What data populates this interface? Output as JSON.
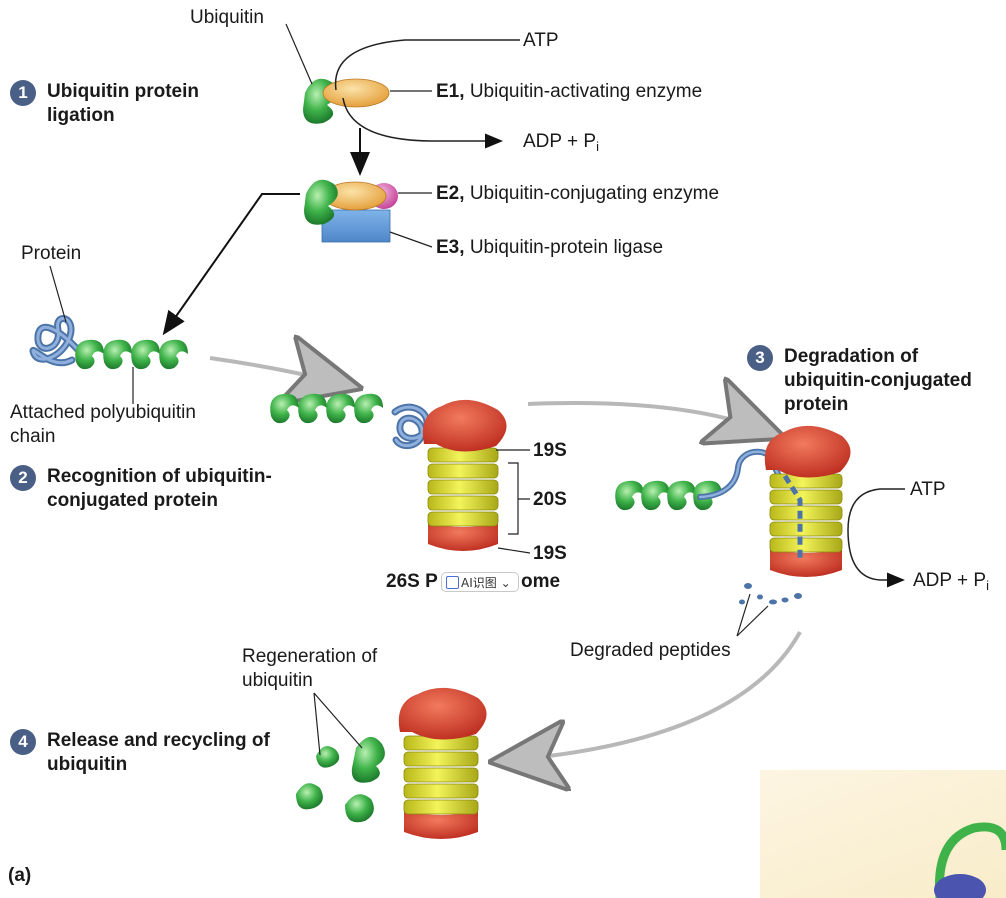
{
  "figure_label": "(a)",
  "steps": [
    {
      "num": "1",
      "text": "Ubiquitin protein ligation"
    },
    {
      "num": "2",
      "text": "Recognition of ubiquitin-conjugated protein"
    },
    {
      "num": "3",
      "text": "Degradation of ubiquitin-conjugated protein"
    },
    {
      "num": "4",
      "text": "Release and recycling of ubiquitin"
    }
  ],
  "labels": {
    "ubiquitin": "Ubiquitin",
    "atp_top": "ATP",
    "e1_key": "E1,",
    "e1_desc": "Ubiquitin-activating enzyme",
    "adp_top": "ADP + P",
    "adp_top_sub": "i",
    "e2_key": "E2,",
    "e2_desc": "Ubiquitin-conjugating enzyme",
    "e3_key": "E3,",
    "e3_desc": "Ubiquitin-protein ligase",
    "protein": "Protein",
    "polyubiquitin_line1": "Attached polyubiquitin",
    "polyubiquitin_line2": "chain",
    "s19_top": "19S",
    "s20": "20S",
    "s19_bottom": "19S",
    "proteasome_left": "26S P",
    "proteasome_right": "ome",
    "atp_right": "ATP",
    "adp_right": "ADP + P",
    "adp_right_sub": "i",
    "degraded_peptides": "Degraded peptides",
    "regeneration_line1": "Regeneration of",
    "regeneration_line2": "ubiquitin"
  },
  "overlay": {
    "ai_button": "AI识图"
  },
  "colors": {
    "ubiquitin_green": "#3fb34a",
    "e1_orange": "#e9a94a",
    "e2_pink": "#d55aa8",
    "e3_blue": "#5b93d6",
    "protein_blue": "#6b8fc0",
    "proteasome_red": "#d13a2a",
    "proteasome_yellow": "#d9d92a",
    "step_badge": "#4a5f86",
    "arrow_gray": "#b8b8b8"
  }
}
